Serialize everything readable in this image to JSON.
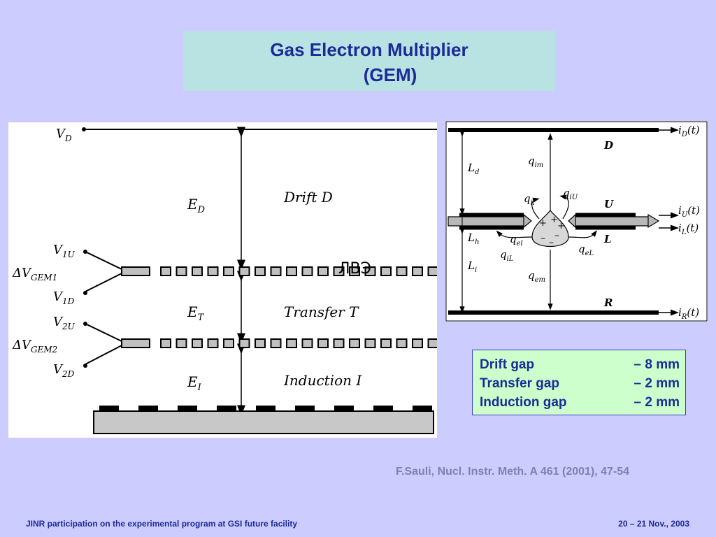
{
  "title": {
    "line1": "Gas Electron Multiplier",
    "line2": "(GEM)"
  },
  "left_diagram": {
    "v_d": "V",
    "v_d_sub": "D",
    "e_d": "E",
    "e_d_sub": "D",
    "drift": "Drift  D",
    "v_1u": "V",
    "v_1u_sub": "1U",
    "dv_gem1": "ΔV",
    "dv_gem1_sub": "GEM1",
    "v_1d": "V",
    "v_1d_sub": "1D",
    "e_t": "E",
    "e_t_sub": "T",
    "transfer": "Transfer  T",
    "v_2u": "V",
    "v_2u_sub": "2U",
    "dv_gem2": "ΔV",
    "dv_gem2_sub": "GEM2",
    "v_2d": "V",
    "v_2d_sub": "2D",
    "e_i": "E",
    "e_i_sub": "I",
    "induction": "Induction  I"
  },
  "overlay_text": "ЛВЭ",
  "right_diagram": {
    "i_d": "i",
    "i_d_sub": "D",
    "i_d_t": "(t)",
    "i_u": "i",
    "i_u_sub": "U",
    "i_u_t": "(t)",
    "i_l": "i",
    "i_l_sub": "L",
    "i_l_t": "(t)",
    "i_r": "i",
    "i_r_sub": "R",
    "i_r_t": "(t)",
    "d": "D",
    "u": "U",
    "l": "L",
    "r": "R",
    "l_d": "L",
    "l_d_sub": "d",
    "l_h": "L",
    "l_h_sub": "h",
    "l_i": "L",
    "l_i_sub": "i",
    "q_im": "q",
    "q_im_sub": "im",
    "q_iu": "q",
    "q_iu_sub": "iU",
    "q_il": "q",
    "q_il_sub": "il",
    "q_el": "q",
    "q_el_sub": "el",
    "q_il2": "q",
    "q_il2_sub": "iL",
    "q_el2": "q",
    "q_el2_sub": "eL",
    "q_em": "q",
    "q_em_sub": "em"
  },
  "gaps": [
    {
      "name": "Drift gap",
      "value": "– 8 mm"
    },
    {
      "name": "Transfer gap",
      "value": "– 2 mm"
    },
    {
      "name": "Induction gap",
      "value": "– 2 mm"
    }
  ],
  "citation": "F.Sauli, Nucl. Instr. Meth. A 461 (2001), 47-54",
  "footer": {
    "left": "JINR participation on the experimental program at GSI future facility",
    "right": "20 – 21 Nov., 2003"
  }
}
